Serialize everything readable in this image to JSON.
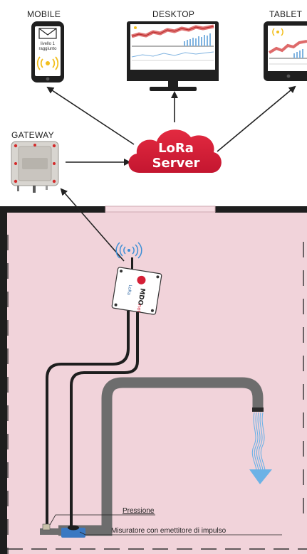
{
  "devices": {
    "mobile_label": "MOBILE",
    "desktop_label": "DESKTOP",
    "tablet_label": "TABLET",
    "mobile_screen_line1": "livello 1",
    "mobile_screen_line2": "raggiunto"
  },
  "gateway": {
    "label": "GATEWAY"
  },
  "server": {
    "line1": "LoRa",
    "line2": "Server"
  },
  "node": {
    "brand": "MDO",
    "brand_suffix": "net",
    "tech": "LoRa"
  },
  "annotations": {
    "pressure": "Pressione",
    "meter": "Misuratore con emettitore di impulso"
  },
  "colors": {
    "room_fill": "#f1d3da",
    "wall": "#1e1e1e",
    "cloud": "#d51f36",
    "pipe": "#6d6d6d",
    "water": "#6cb2e6",
    "device_accent": "#f2bf1d",
    "chart_line": "#d64545"
  },
  "icons": [
    "envelope-icon",
    "signal-waves-icon",
    "wifi-signal-icon",
    "cloud-icon",
    "water-stream-icon"
  ]
}
